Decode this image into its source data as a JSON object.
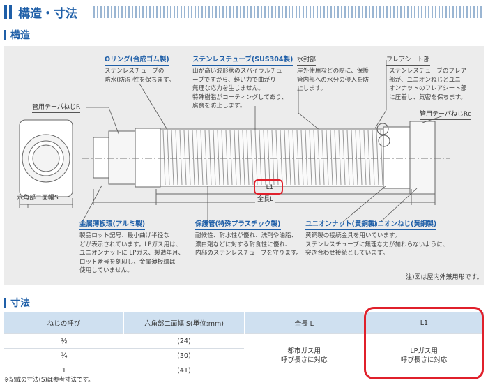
{
  "header": {
    "title": "構造・寸法"
  },
  "structure": {
    "title": "構造",
    "labels": {
      "oring_title": "Oリング(合成ゴム製)",
      "oring_desc": [
        "ステンレスチューブの",
        "防水(防湿)性を保ちます。"
      ],
      "tube_title": "ステンレスチューブ(SUS304製)",
      "tube_desc": [
        "山が高い波形状のスパイラルチュ",
        "ーブですから、軽い力で曲がり",
        "無理な応力を生じません。",
        "特殊樹脂がコーティングしてあり、",
        "腐食を防止します。"
      ],
      "seal_title": "水封部",
      "seal_desc": [
        "屋外使用などの際に、保護",
        "管内部への水分の侵入を防",
        "止します。"
      ],
      "flare_title": "フレアシート部",
      "flare_desc": [
        "ステンレスチューブのフレア",
        "部が、ユニオンねじとユニ",
        "オンナットのフレアシート部",
        "に圧着し、気密を保ちます。"
      ],
      "taper_r": "管用テーパねじR",
      "taper_rc": "管用テーパねじRc",
      "hex": "六角部二面幅S",
      "l1": "L1",
      "total_l": "全長L",
      "ring_title": "金属薄板環(アルミ製)",
      "ring_desc": [
        "製品ロット記号、最小曲げ半径な",
        "どが表示されています。LPガス用は、",
        "ユニオンナットに  LPガス、製造年月、",
        "ロット番号を刻印し、金属薄板環は",
        "使用していません。"
      ],
      "pipe_title": "保護管(特殊プラスチック製)",
      "pipe_desc": [
        "耐候性、耐水性が優れ、洗剤や油脂、",
        "漂白剤などに対する耐食性に優れ、",
        "内部のステンレスチューブを守ります。"
      ],
      "nut_title": "ユニオンナット(黄銅製)",
      "screw_title": "ユニオンねじ(黄銅製)",
      "nut_desc": [
        "黄銅製の接続金具を用いています。",
        "ステンレスチューブに無理な力が加わらないように、",
        "突き合わせ接続としています。"
      ],
      "fig_note": "注)図は屋内外兼用形です。"
    }
  },
  "dimensions": {
    "title": "寸法",
    "headers": [
      "ねじの呼び",
      "六角部二面幅 S(単位:mm)",
      "全長 L",
      "L1"
    ],
    "rows": [
      {
        "thread": "½",
        "hex": "(24)"
      },
      {
        "thread": "¾",
        "hex": "(30)"
      },
      {
        "thread": "1",
        "hex": "(41)"
      }
    ],
    "total_l_value": [
      "都市ガス用",
      "呼び長さに対応"
    ],
    "l1_value": [
      "LPガス用",
      "呼び長さに対応"
    ],
    "footnote": "※記載の寸法(S)は参考寸法です。"
  },
  "colors": {
    "accent": "#1f5fa8",
    "highlight": "#e0202b",
    "table_header": "#cfe0f0"
  }
}
